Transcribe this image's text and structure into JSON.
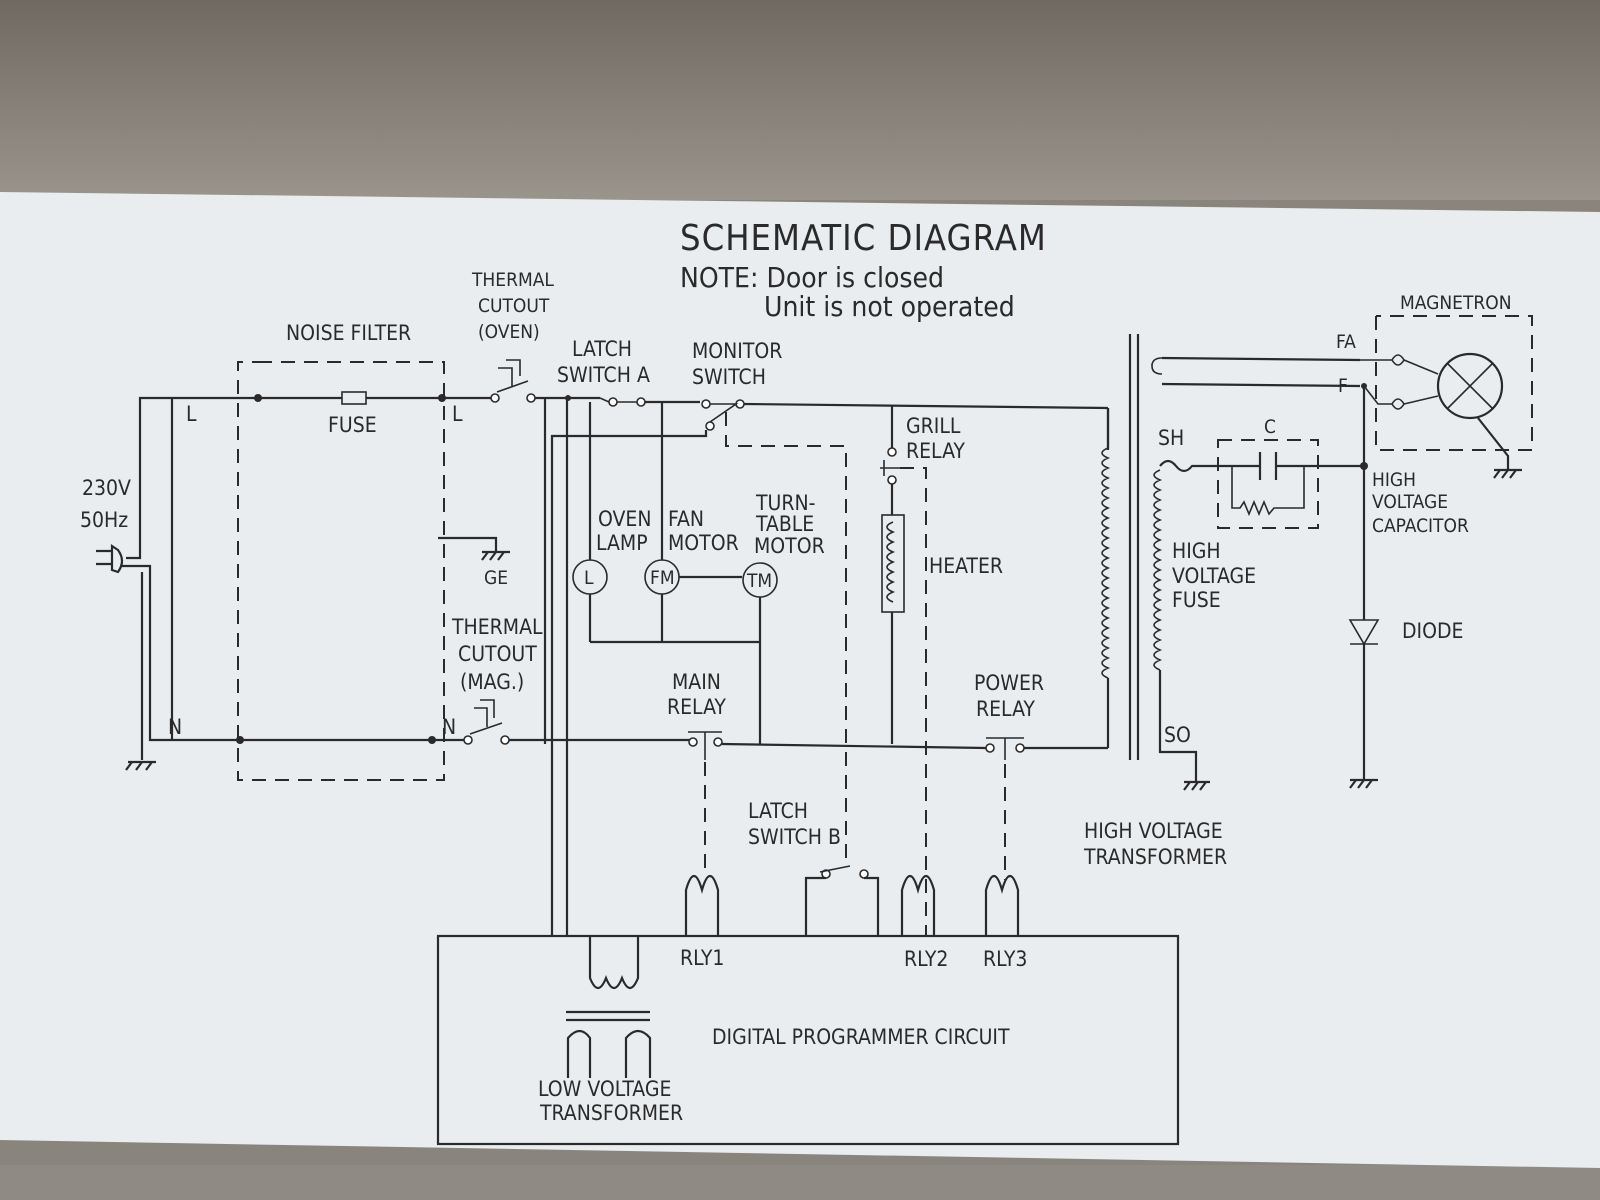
{
  "title": "SCHEMATIC   DIAGRAM",
  "note": {
    "line1": "NOTE:  Door  is  closed",
    "line2": "Unit  is  not  operated"
  },
  "labels": {
    "noise_filter": "NOISE FILTER",
    "fuse": "FUSE",
    "live_left": "L",
    "live_right": "L",
    "neutral_left": "N",
    "neutral_right": "N",
    "ge": "GE",
    "supply_voltage": "230V",
    "supply_frequency": "50Hz",
    "thermal_cutout_oven": [
      "THERMAL",
      "CUTOUT",
      "(OVEN)"
    ],
    "thermal_cutout_mag": [
      "THERMAL",
      "CUTOUT",
      "(MAG.)"
    ],
    "latch_switch_a": [
      "LATCH",
      "SWITCH  A"
    ],
    "monitor_switch": [
      "MONITOR",
      "SWITCH"
    ],
    "oven_lamp": [
      "OVEN",
      "LAMP"
    ],
    "fan_motor": [
      "FAN",
      "MOTOR"
    ],
    "turntable_motor": [
      "TURN-",
      "TABLE",
      "MOTOR"
    ],
    "lamp_symbol": "L",
    "fan_symbol": "FM",
    "turntable_symbol": "TM",
    "grill_relay": [
      "GRILL",
      "RELAY"
    ],
    "heater": "HEATER",
    "main_relay": [
      "MAIN",
      "RELAY"
    ],
    "power_relay": [
      "POWER",
      "RELAY"
    ],
    "latch_switch_b": [
      "LATCH",
      "SWITCH B"
    ],
    "rly1": "RLY1",
    "rly2": "RLY2",
    "rly3": "RLY3",
    "digital_programmer": "DIGITAL  PROGRAMMER  CIRCUIT",
    "low_voltage_transformer": [
      "LOW  VOLTAGE",
      "TRANSFORMER"
    ],
    "high_voltage_transformer": [
      "HIGH  VOLTAGE",
      "TRANSFORMER"
    ],
    "sh": "SH",
    "so": "SO",
    "fa": "FA",
    "f": "F",
    "c": "C",
    "magnetron": "MAGNETRON",
    "high_voltage_fuse": [
      "HIGH",
      "VOLTAGE",
      "FUSE"
    ],
    "high_voltage_capacitor": [
      "HIGH",
      "VOLTAGE",
      "CAPACITOR"
    ],
    "diode": "DIODE"
  }
}
